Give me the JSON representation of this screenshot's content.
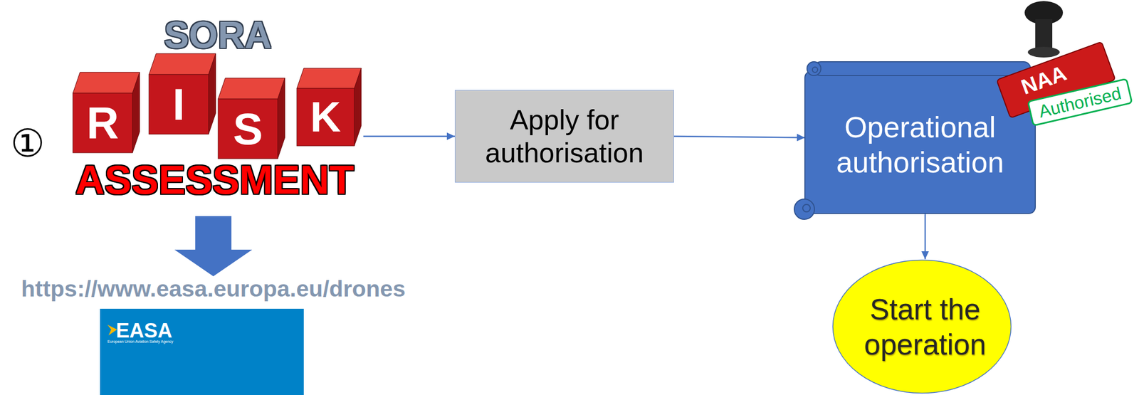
{
  "diagram": {
    "nodes": [
      {
        "text": [
          "SORA",
          "ASSESSMENT"
        ]
      },
      {
        "text": [
          "Apply for authorisation"
        ]
      },
      {
        "text": [
          "Operational authorisation"
        ]
      },
      {
        "text": [
          "Start the operation"
        ]
      },
      {
        "text": [
          "https://www.easa.europa.eu/drones",
          "EASA",
          "European Union Aviation Safety Agency"
        ]
      }
    ],
    "edges": [
      {
        "from": 0,
        "to": 1,
        "arrow": "to"
      },
      {
        "from": 0,
        "to": 4,
        "arrow": "to"
      },
      {
        "from": 1,
        "to": 2,
        "arrow": "to"
      },
      {
        "from": 2,
        "to": 3,
        "arrow": "to"
      }
    ],
    "labels": [
      "①",
      "R",
      "I",
      "S",
      "K",
      "NAA",
      "Authorised"
    ]
  }
}
